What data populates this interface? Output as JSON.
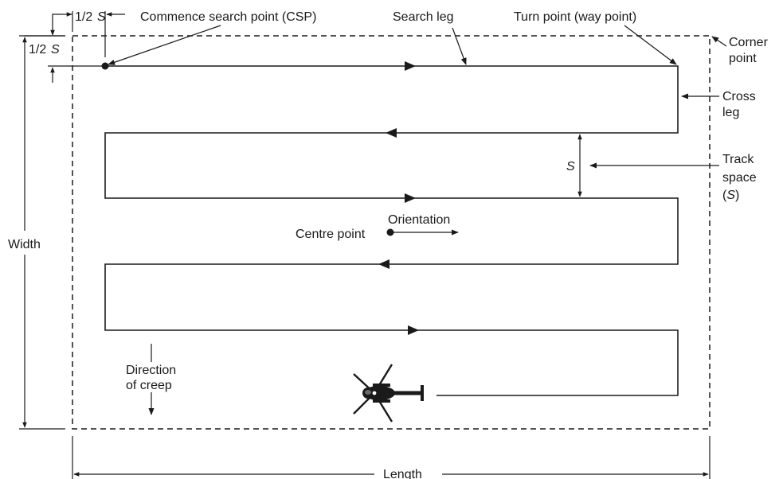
{
  "labels": {
    "half_s_top": "1/2",
    "half_s_top_s": "S",
    "half_s_left": "1/2",
    "half_s_left_s": "S",
    "csp": "Commence search  point (CSP)",
    "search_leg": "Search leg",
    "turn_point": "Turn point (way  point)",
    "corner_line1": "Corner",
    "corner_line2": "point",
    "cross_line1": "Cross",
    "cross_line2": "leg",
    "track_line1": "Track",
    "track_line2": "space",
    "track_line3_open": "(",
    "track_line3_s": "S",
    "track_line3_close": ")",
    "s_mark": "S",
    "width": "Width",
    "length": "Length",
    "centre_point": "Centre point",
    "orientation": "Orientation",
    "creep_line1": "Direction",
    "creep_line2": "of creep"
  },
  "icons": {
    "helicopter": "helicopter-icon"
  },
  "colors": {
    "ink": "#1a1a1a",
    "background": "#ffffff"
  }
}
